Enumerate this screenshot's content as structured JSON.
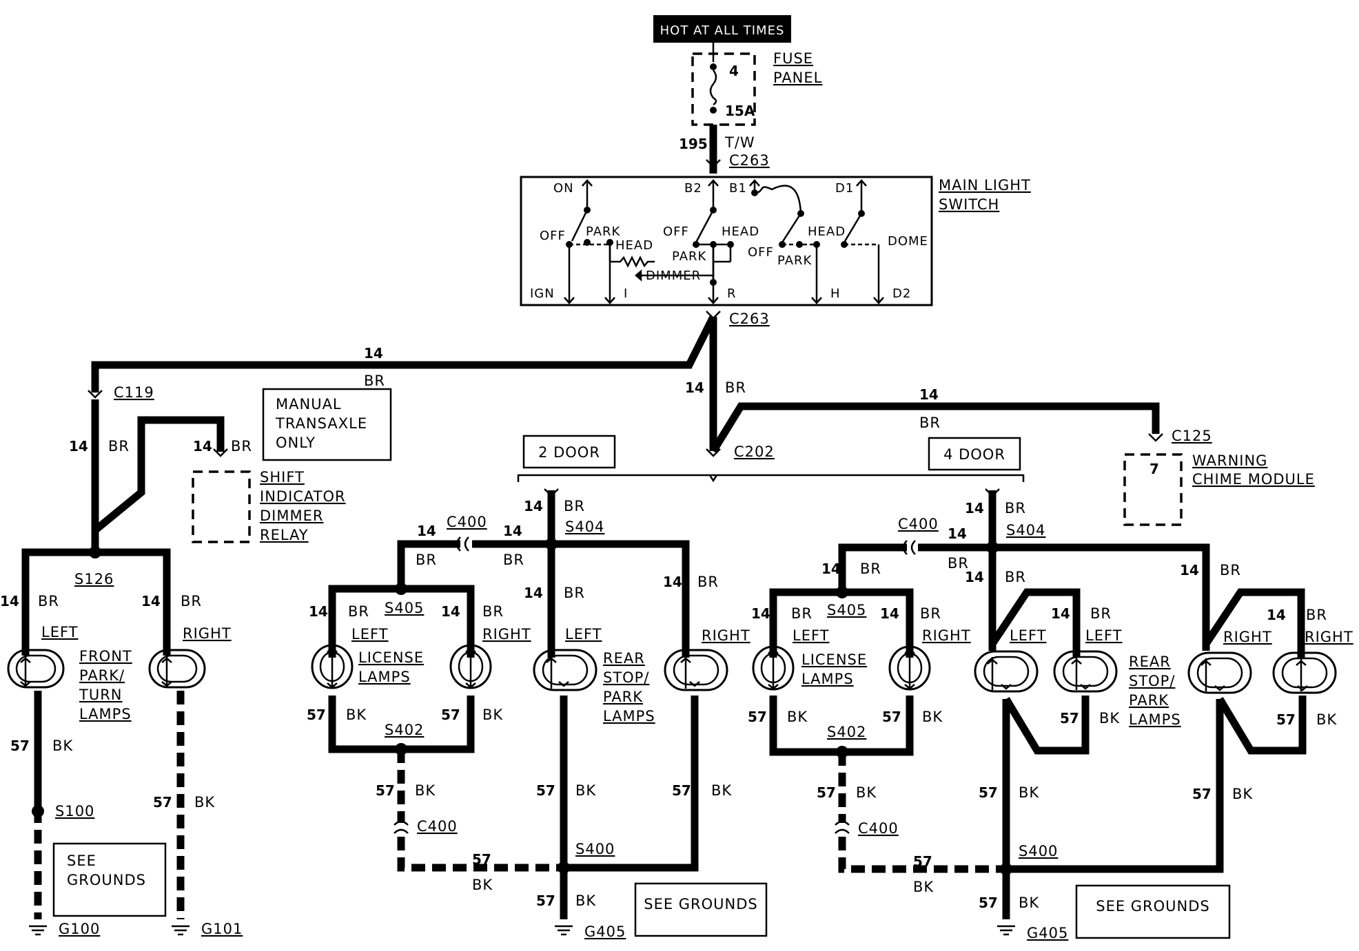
{
  "header": {
    "hot_label": "HOT AT ALL TIMES"
  },
  "fuse": {
    "number": "4",
    "rating": "15A",
    "panel": [
      "FUSE",
      "PANEL"
    ]
  },
  "feed": {
    "circuit": "195",
    "color": "T/W",
    "connector": "C263"
  },
  "main_switch": {
    "title": [
      "MAIN LIGHT",
      "SWITCH"
    ],
    "terminals": {
      "on": "ON",
      "b2": "B2",
      "b1": "B1",
      "d1": "D1",
      "ign": "IGN",
      "i": "I",
      "r": "R",
      "h": "H",
      "d2": "D2"
    },
    "positions": {
      "off1": "OFF",
      "park1": "PARK",
      "head1": "HEAD",
      "off2": "OFF",
      "head2": "HEAD",
      "park2": "PARK",
      "off3": "OFF",
      "park3": "PARK",
      "head3": "HEAD",
      "dome": "DOME",
      "dimmer": "DIMMER"
    },
    "out_connector": "C263"
  },
  "wire": {
    "gauge_14": "14",
    "br": "BR",
    "gauge_57": "57",
    "bk": "BK"
  },
  "connectors": {
    "c119": "C119",
    "c202": "C202",
    "c125": "C125",
    "c400": "C400",
    "s126": "S126",
    "s100": "S100",
    "s404": "S404",
    "s405": "S405",
    "s402": "S402",
    "s400": "S400"
  },
  "grounds": {
    "g100": "G100",
    "g101": "G101",
    "g405": "G405",
    "see_grounds": [
      "SEE",
      "GROUNDS"
    ],
    "see_grounds_inline": "SEE GROUNDS"
  },
  "notes": {
    "manual": [
      "MANUAL",
      "TRANSAXLE",
      "ONLY"
    ],
    "shift": [
      "SHIFT",
      "INDICATOR",
      "DIMMER",
      "RELAY"
    ],
    "two_door": "2 DOOR",
    "four_door": "4 DOOR",
    "chime": [
      "WARNING",
      "CHIME MODULE"
    ],
    "chime_pin": "7"
  },
  "lamps": {
    "left": "LEFT",
    "right": "RIGHT",
    "front": [
      "FRONT",
      "PARK/",
      "TURN",
      "LAMPS"
    ],
    "license": [
      "LICENSE",
      "LAMPS"
    ],
    "rear": [
      "REAR",
      "STOP/",
      "PARK",
      "LAMPS"
    ]
  }
}
